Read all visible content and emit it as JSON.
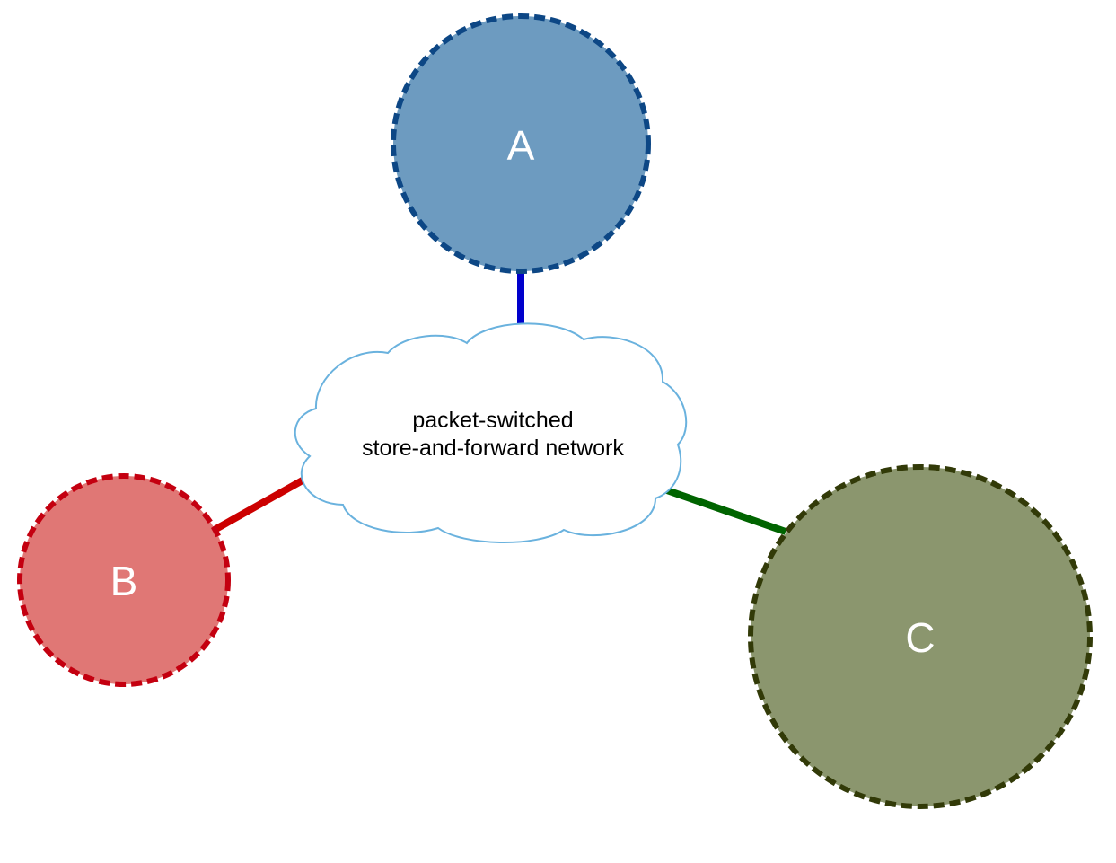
{
  "diagram": {
    "nodes": [
      {
        "id": "A",
        "label": "A",
        "fill": "#6d9bc0",
        "stroke": "#0d4785"
      },
      {
        "id": "B",
        "label": "B",
        "fill": "#e07775",
        "stroke": "#c40010"
      },
      {
        "id": "C",
        "label": "C",
        "fill": "#8b966e",
        "stroke": "#323a08"
      }
    ],
    "network": {
      "line1": "packet-switched",
      "line2": "store-and-forward network",
      "stroke": "#6ab2de",
      "fill": "#ffffff"
    },
    "links": [
      {
        "from": "A",
        "to": "network",
        "color": "#0000cc"
      },
      {
        "from": "B",
        "to": "network",
        "color": "#cc0000"
      },
      {
        "from": "C",
        "to": "network",
        "color": "#006400"
      }
    ]
  }
}
